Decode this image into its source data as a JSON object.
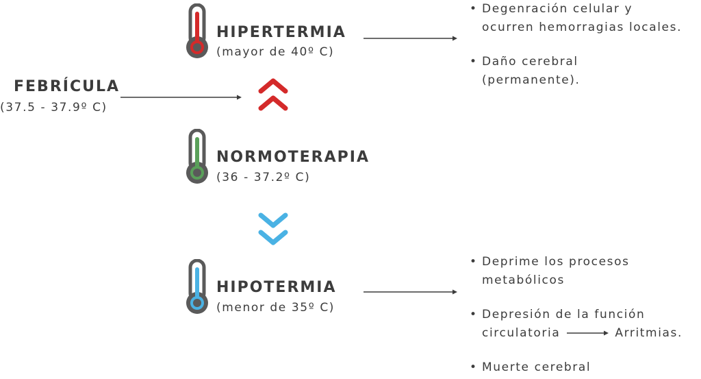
{
  "hyper": {
    "title": "HIPERTERMIA",
    "range": "(mayor de 40º C)",
    "color": "#d42a2a",
    "icon": "thermometer-icon",
    "effects": [
      {
        "lines": [
          "Degenración celular y",
          "ocurren hemorragias locales."
        ]
      },
      {
        "lines": [
          "Daño cerebral",
          "(permanente)."
        ]
      }
    ]
  },
  "febricula": {
    "title": "FEBRÍCULA",
    "range": "(37.5 - 37.9º C)"
  },
  "normo": {
    "title": "NORMOTERAPIA",
    "range": "(36 - 37.2º C)",
    "color": "#5aa05a",
    "icon": "thermometer-icon"
  },
  "hypo": {
    "title": "HIPOTERMIA",
    "range": "(menor de 35º C)",
    "color": "#4ab2e4",
    "icon": "thermometer-icon",
    "effects": [
      {
        "lines": [
          "Deprime los procesos",
          "metabólicos"
        ]
      },
      {
        "lines": [
          "Depresión de la función",
          "circulatoria"
        ],
        "consequence": "Arritmias."
      },
      {
        "lines": [
          "Muerte cerebral"
        ]
      }
    ]
  },
  "colors": {
    "thermo_outline": "#5a5a5a",
    "up_chevron": "#d42a2a",
    "down_chevron": "#4ab2e4",
    "text": "#3c3c3c"
  },
  "bullet_glyph": "•"
}
